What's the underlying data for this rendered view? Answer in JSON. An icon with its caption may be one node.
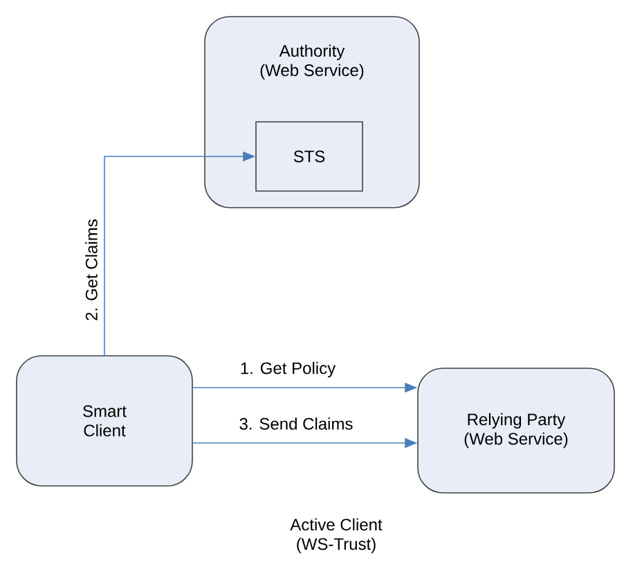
{
  "diagram": {
    "caption": "Active Client (WS-Trust)",
    "nodes": [
      {
        "text": [
          "Authority (Web Service)"
        ]
      },
      {
        "text": [
          "STS"
        ],
        "in": 0
      },
      {
        "text": [
          "Smart Client"
        ]
      },
      {
        "text": [
          "Relying Party (Web Service)"
        ]
      }
    ],
    "edges": [
      {
        "from": 2,
        "to": 1,
        "arrow": "to",
        "label": "2. Get Claims"
      },
      {
        "from": 2,
        "to": 3,
        "arrow": "to",
        "label": "1. Get Policy"
      },
      {
        "from": 2,
        "to": 3,
        "arrow": "to",
        "label": "3. Send Claims"
      }
    ]
  }
}
